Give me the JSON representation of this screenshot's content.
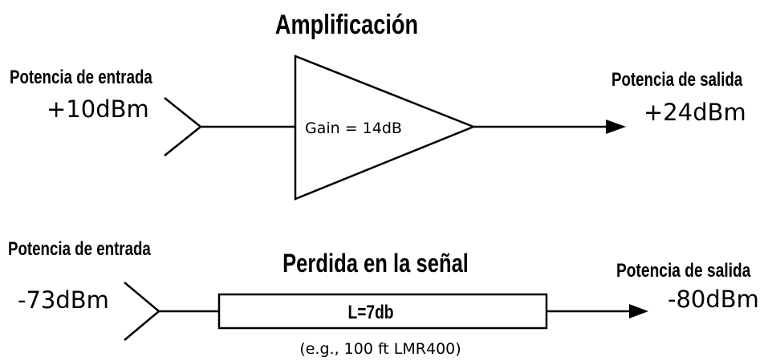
{
  "amplification": {
    "title": "Amplificación",
    "input_label": "Potencia de entrada",
    "input_value": "+10dBm",
    "gain_label": "Gain = 14dB",
    "output_label": "Potencia de salida",
    "output_value": "+24dBm"
  },
  "loss": {
    "title": "Perdida en la señal",
    "input_label": "Potencia de entrada",
    "input_value": "-73dBm",
    "loss_label": "L=7db",
    "cable_note": "(e.g., 100 ft LMR400)",
    "output_label": "Potencia de salida",
    "output_value": "-80dBm"
  },
  "colors": {
    "line": "#000000",
    "background": "#ffffff"
  }
}
